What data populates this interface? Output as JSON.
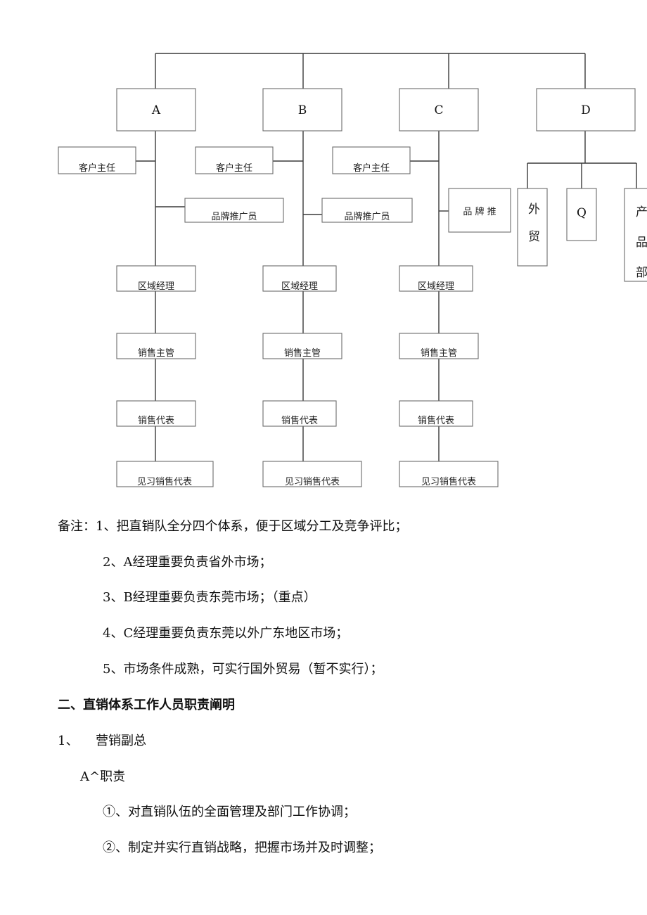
{
  "diagram": {
    "managers": [
      "A",
      "B",
      "C",
      "D"
    ],
    "branch_labels": {
      "customer_supervisor": "客户主任",
      "brand_promoter": "品牌推广员",
      "brand_promo_short": "品 牌 推",
      "regional_manager": "区域经理",
      "sales_supervisor": "销售主管",
      "sales_rep": "销售代表",
      "apprentice_sales_rep": "见习销售代表"
    },
    "d_children": [
      "外贸",
      "Q",
      "产品部"
    ]
  },
  "notes": {
    "intro": "备注：1、把直销队全分四个体系，便于区域分工及竞争评比；",
    "item2": "2、A经理重要负责省外市场；",
    "item3": "3、B经理重要负责东莞市场；（重点）",
    "item4": "4、C经理重要负责东莞以外广东地区市场；",
    "item5": "5、市场条件成熟，可实行国外贸易（暂不实行）；"
  },
  "section": {
    "heading": "二、直销体系工作人员职责阐明",
    "sub1_num": "1、",
    "sub1_title": "营销副总",
    "duty_heading": "A^职责",
    "duty1": "①、对直销队伍的全面管理及部门工作协调；",
    "duty2": "②、制定并实行直销战略，把握市场并及时调整；"
  }
}
